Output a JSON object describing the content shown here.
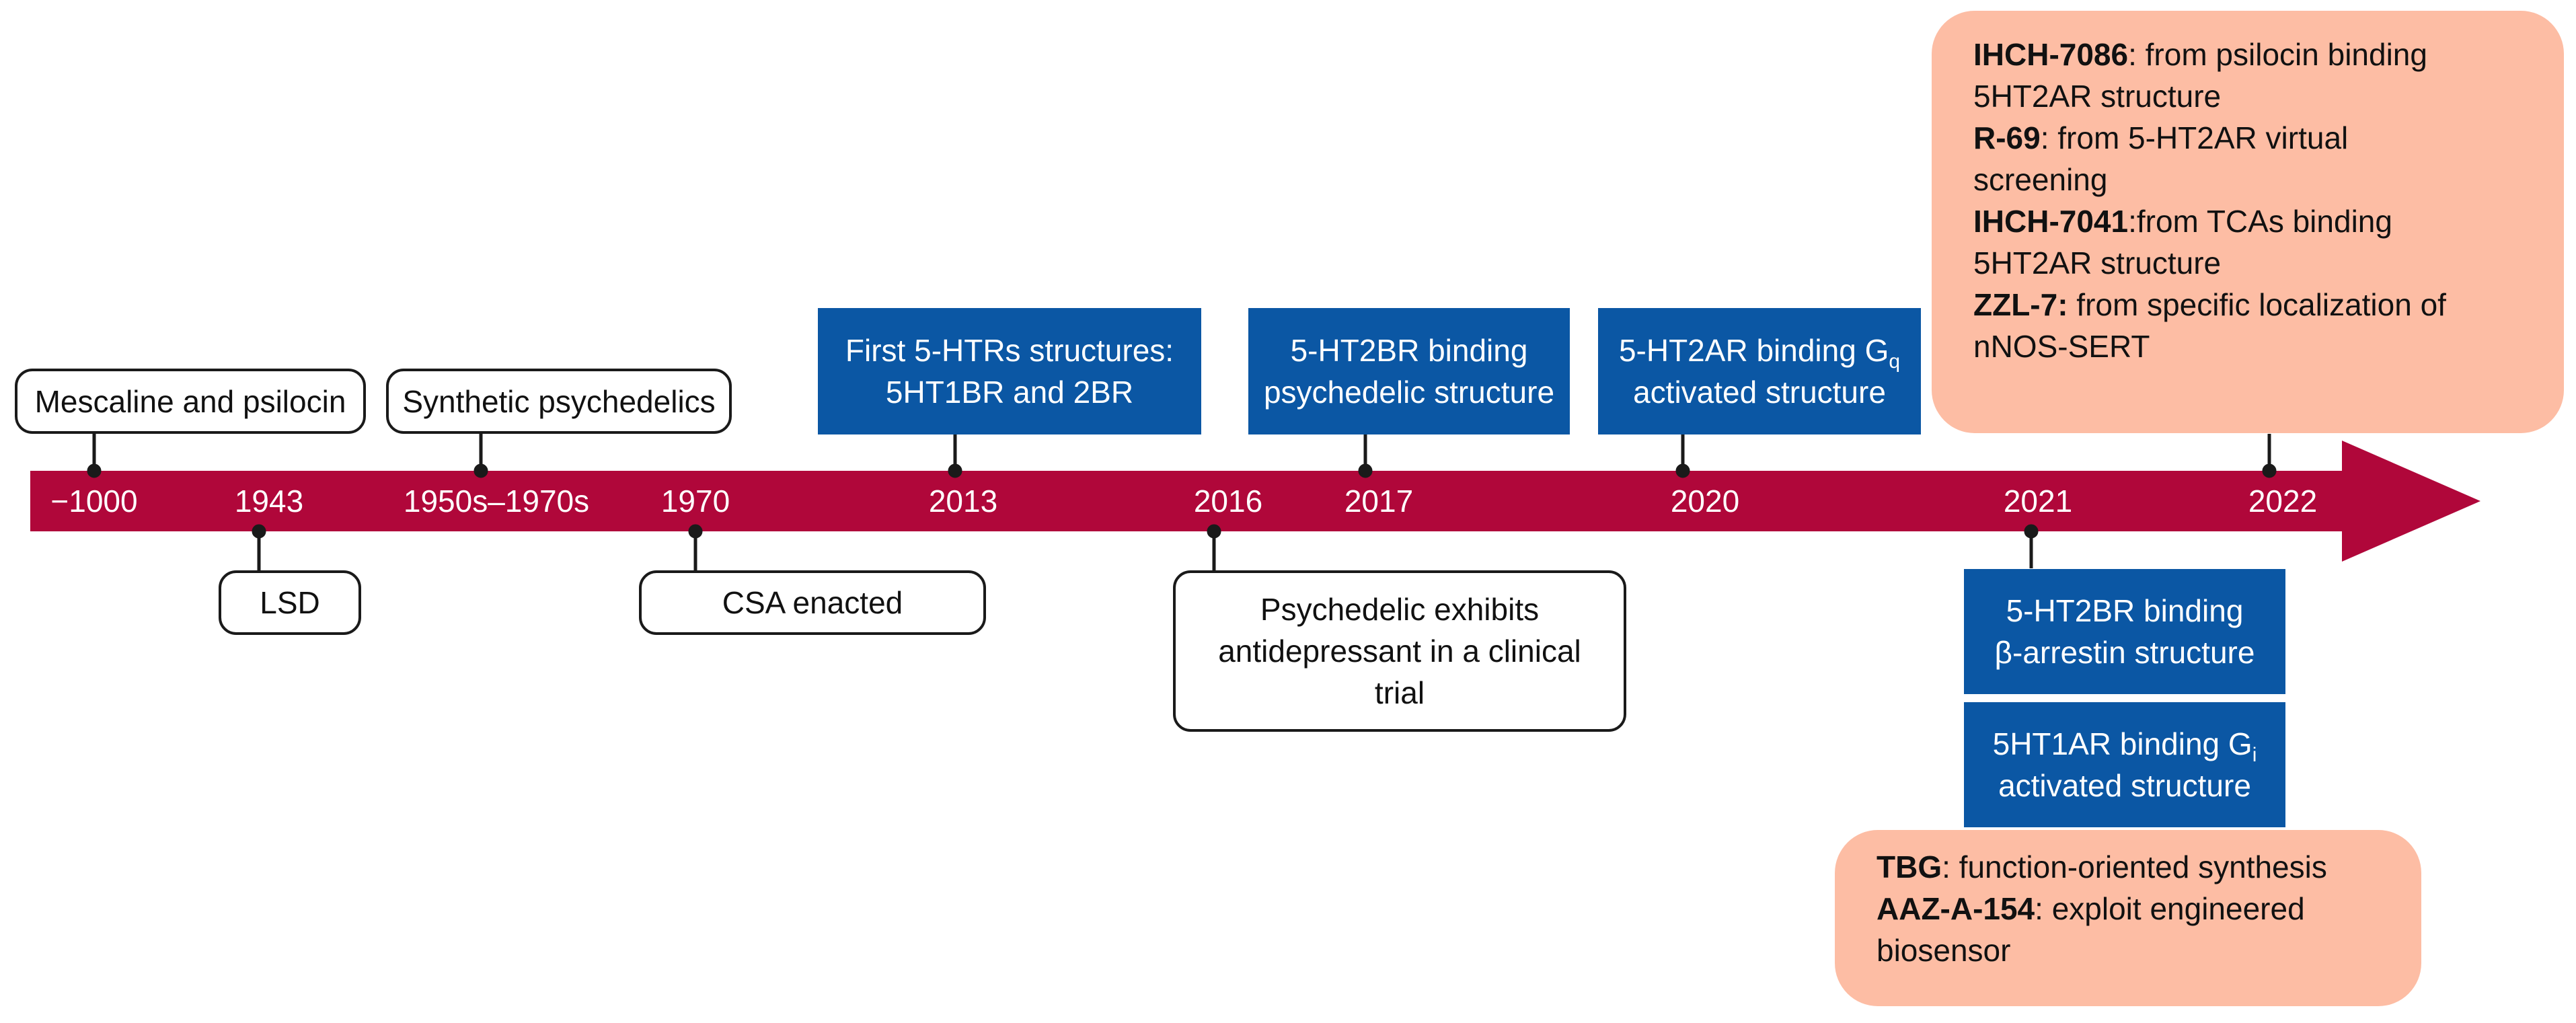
{
  "colors": {
    "arrow": "#b0073a",
    "blue_box": "#0b57a4",
    "peach_box": "#fdbda4",
    "outline": "#1a1a1a"
  },
  "timeline": {
    "years": [
      "−1000",
      "1943",
      "1950s–1970s",
      "1970",
      "2013",
      "2016",
      "2017",
      "2020",
      "2021",
      "2022"
    ]
  },
  "events": {
    "mescaline": "Mescaline and psilocin",
    "synthetic": "Synthetic psychedelics",
    "lsd": "LSD",
    "csa": "CSA enacted",
    "clinical": [
      "Psychedelic exhibits",
      "antidepressant in a clinical",
      "trial"
    ],
    "first_5htrs": [
      "First 5-HTRs structures:",
      "5HT1BR and 2BR"
    ],
    "ht2br_psychedelic": [
      "5-HT2BR binding",
      "psychedelic structure"
    ],
    "ht2ar_gq": [
      "5-HT2AR binding G",
      "q",
      "activated structure"
    ],
    "ht2br_arrestin": [
      "5-HT2BR binding",
      "β-arrestin structure"
    ],
    "ht1ar_gi": [
      "5HT1AR binding G",
      "i",
      "activated structure"
    ]
  },
  "compounds_2022": [
    {
      "name": "IHCH-7086",
      "text": ": from psilocin binding"
    },
    {
      "name": "",
      "text": "5HT2AR structure"
    },
    {
      "name": "R-69",
      "text": ": from 5-HT2AR virtual"
    },
    {
      "name": "",
      "text": "screening"
    },
    {
      "name": "IHCH-7041",
      "text": ":from TCAs binding"
    },
    {
      "name": "",
      "text": "5HT2AR structure"
    },
    {
      "name": "ZZL-7:",
      "text": " from specific localization of"
    },
    {
      "name": "",
      "text": "nNOS-SERT"
    }
  ],
  "compounds_2021": [
    {
      "name": "TBG",
      "text": ": function-oriented synthesis"
    },
    {
      "name": "AAZ-A-154",
      "text": ": exploit engineered"
    },
    {
      "name": "",
      "text": "biosensor"
    }
  ]
}
